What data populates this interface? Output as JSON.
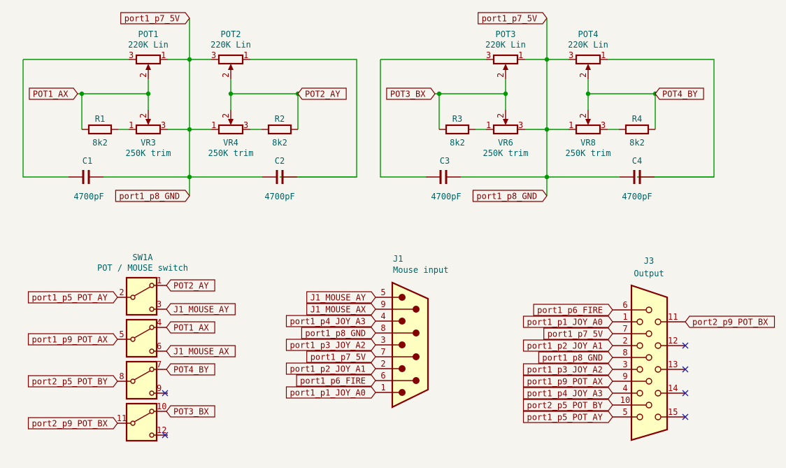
{
  "colors": {
    "wire": "#009900",
    "symbol": "#840000",
    "reference": "#006464",
    "fill": "#ffffc2",
    "noconnect": "#2020a0",
    "background": "#f5f4ef"
  },
  "pot_clusters": [
    {
      "supply_label": "port1_p7_5V",
      "gnd_label": "port1_p8_GND",
      "potA": {
        "ref": "POT1",
        "value": "220K Lin",
        "pins": [
          "3",
          "1",
          "2"
        ]
      },
      "potB": {
        "ref": "POT2",
        "value": "220K Lin",
        "pins": [
          "3",
          "1",
          "2"
        ]
      },
      "trimA": {
        "ref": "VR3",
        "value": "250K trim",
        "pins": [
          "1",
          "3",
          "2"
        ]
      },
      "trimB": {
        "ref": "VR4",
        "value": "250K trim",
        "pins": [
          "1",
          "3",
          "2"
        ]
      },
      "resA": {
        "ref": "R1",
        "value": "8k2"
      },
      "resB": {
        "ref": "R2",
        "value": "8k2"
      },
      "capA": {
        "ref": "C1",
        "value": "4700pF"
      },
      "capB": {
        "ref": "C2",
        "value": "4700pF"
      },
      "outA_label": "POT1_AX",
      "outB_label": "POT2_AY"
    },
    {
      "supply_label": "port1_p7_5V",
      "gnd_label": "port1_p8_GND",
      "potA": {
        "ref": "POT3",
        "value": "220K Lin",
        "pins": [
          "3",
          "1",
          "2"
        ]
      },
      "potB": {
        "ref": "POT4",
        "value": "220K Lin",
        "pins": [
          "3",
          "1",
          "2"
        ]
      },
      "trimA": {
        "ref": "VR6",
        "value": "250K trim",
        "pins": [
          "1",
          "3",
          "2"
        ]
      },
      "trimB": {
        "ref": "VR8",
        "value": "250K trim",
        "pins": [
          "1",
          "3",
          "2"
        ]
      },
      "resA": {
        "ref": "R3",
        "value": "8k2"
      },
      "resB": {
        "ref": "R4",
        "value": "8k2"
      },
      "capA": {
        "ref": "C3",
        "value": "4700pF"
      },
      "capB": {
        "ref": "C4",
        "value": "4700pF"
      },
      "outA_label": "POT3_BX",
      "outB_label": "POT4_BY"
    }
  ],
  "switch": {
    "ref": "SW1A",
    "value": "POT / MOUSE switch",
    "sections": [
      {
        "common_pin": "2",
        "common_label": "port1_p5_POT_AY",
        "top_pin": "1",
        "top_label": "POT2_AY",
        "bottom_pin": "3",
        "bottom_label": "J1_MOUSE_AY"
      },
      {
        "common_pin": "5",
        "common_label": "port1_p9_POT_AX",
        "top_pin": "4",
        "top_label": "POT1_AX",
        "bottom_pin": "6",
        "bottom_label": "J1_MOUSE_AX"
      },
      {
        "common_pin": "8",
        "common_label": "port2_p5_POT_BY",
        "top_pin": "7",
        "top_label": "POT4_BY",
        "bottom_pin": "9",
        "bottom_label": null
      },
      {
        "common_pin": "11",
        "common_label": "port2_p9_POT_BX",
        "top_pin": "10",
        "top_label": "POT3_BX",
        "bottom_pin": "12",
        "bottom_label": null
      }
    ]
  },
  "j1": {
    "ref": "J1",
    "value": "Mouse input",
    "pins": [
      {
        "num": "5",
        "label": "J1_MOUSE_AY"
      },
      {
        "num": "9",
        "label": "J1_MOUSE_AX"
      },
      {
        "num": "4",
        "label": "port1_p4_JOY_A3"
      },
      {
        "num": "8",
        "label": "port1_p8_GND"
      },
      {
        "num": "3",
        "label": "port1_p3_JOY_A2"
      },
      {
        "num": "7",
        "label": "port1_p7_5V"
      },
      {
        "num": "2",
        "label": "port1_p2_JOY_A1"
      },
      {
        "num": "6",
        "label": "port1_p6_FIRE"
      },
      {
        "num": "1",
        "label": "port1_p1_JOY_A0"
      }
    ]
  },
  "j3": {
    "ref": "J3",
    "value": "Output",
    "left_pins": [
      {
        "num": "6",
        "label": "port1_p6_FIRE"
      },
      {
        "num": "1",
        "label": "port1_p1_JOY_A0"
      },
      {
        "num": "7",
        "label": "port1_p7_5V"
      },
      {
        "num": "2",
        "label": "port1_p2_JOY_A1"
      },
      {
        "num": "8",
        "label": "port1_p8_GND"
      },
      {
        "num": "3",
        "label": "port1_p3_JOY_A2"
      },
      {
        "num": "9",
        "label": "port1_p9_POT_AX"
      },
      {
        "num": "4",
        "label": "port1_p4_JOY_A3"
      },
      {
        "num": "10",
        "label": "port2_p5_POT_BY"
      },
      {
        "num": "5",
        "label": "port1_p5_POT_AY"
      }
    ],
    "right_pins": [
      {
        "num": "11",
        "label": "port2_p9_POT_BX"
      },
      {
        "num": "12",
        "label": null
      },
      {
        "num": "13",
        "label": null
      },
      {
        "num": "14",
        "label": null
      },
      {
        "num": "15",
        "label": null
      }
    ]
  }
}
